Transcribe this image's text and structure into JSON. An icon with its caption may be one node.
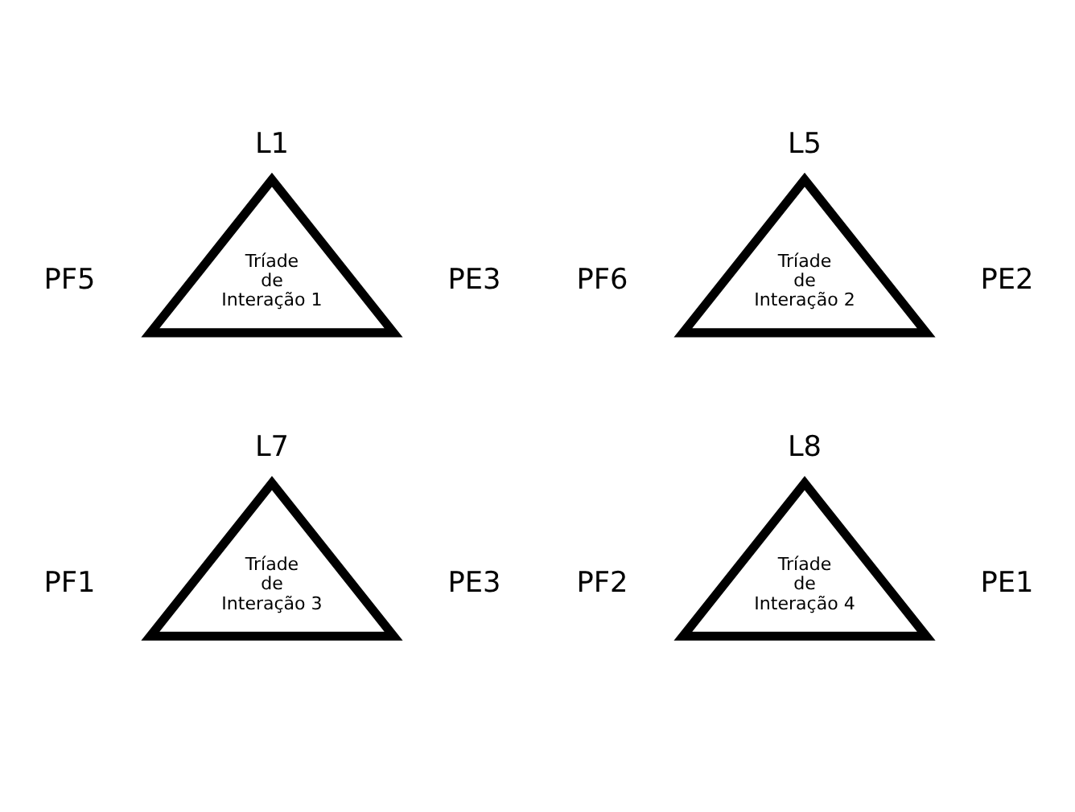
{
  "diagram": {
    "nodes": [
      {
        "text": [
          "Tríade de Interação 1"
        ],
        "beside": [
          "L1",
          "PF5",
          "PE3"
        ]
      },
      {
        "text": [
          "Tríade de Interação 2"
        ],
        "beside": [
          "L5",
          "PF6",
          "PE2"
        ]
      },
      {
        "text": [
          "Tríade de Interação 3"
        ],
        "beside": [
          "L7",
          "PF1",
          "PE3"
        ]
      },
      {
        "text": [
          "Tríade de Interação 4"
        ],
        "beside": [
          "L8",
          "PF2",
          "PE1"
        ]
      }
    ],
    "edges": []
  }
}
